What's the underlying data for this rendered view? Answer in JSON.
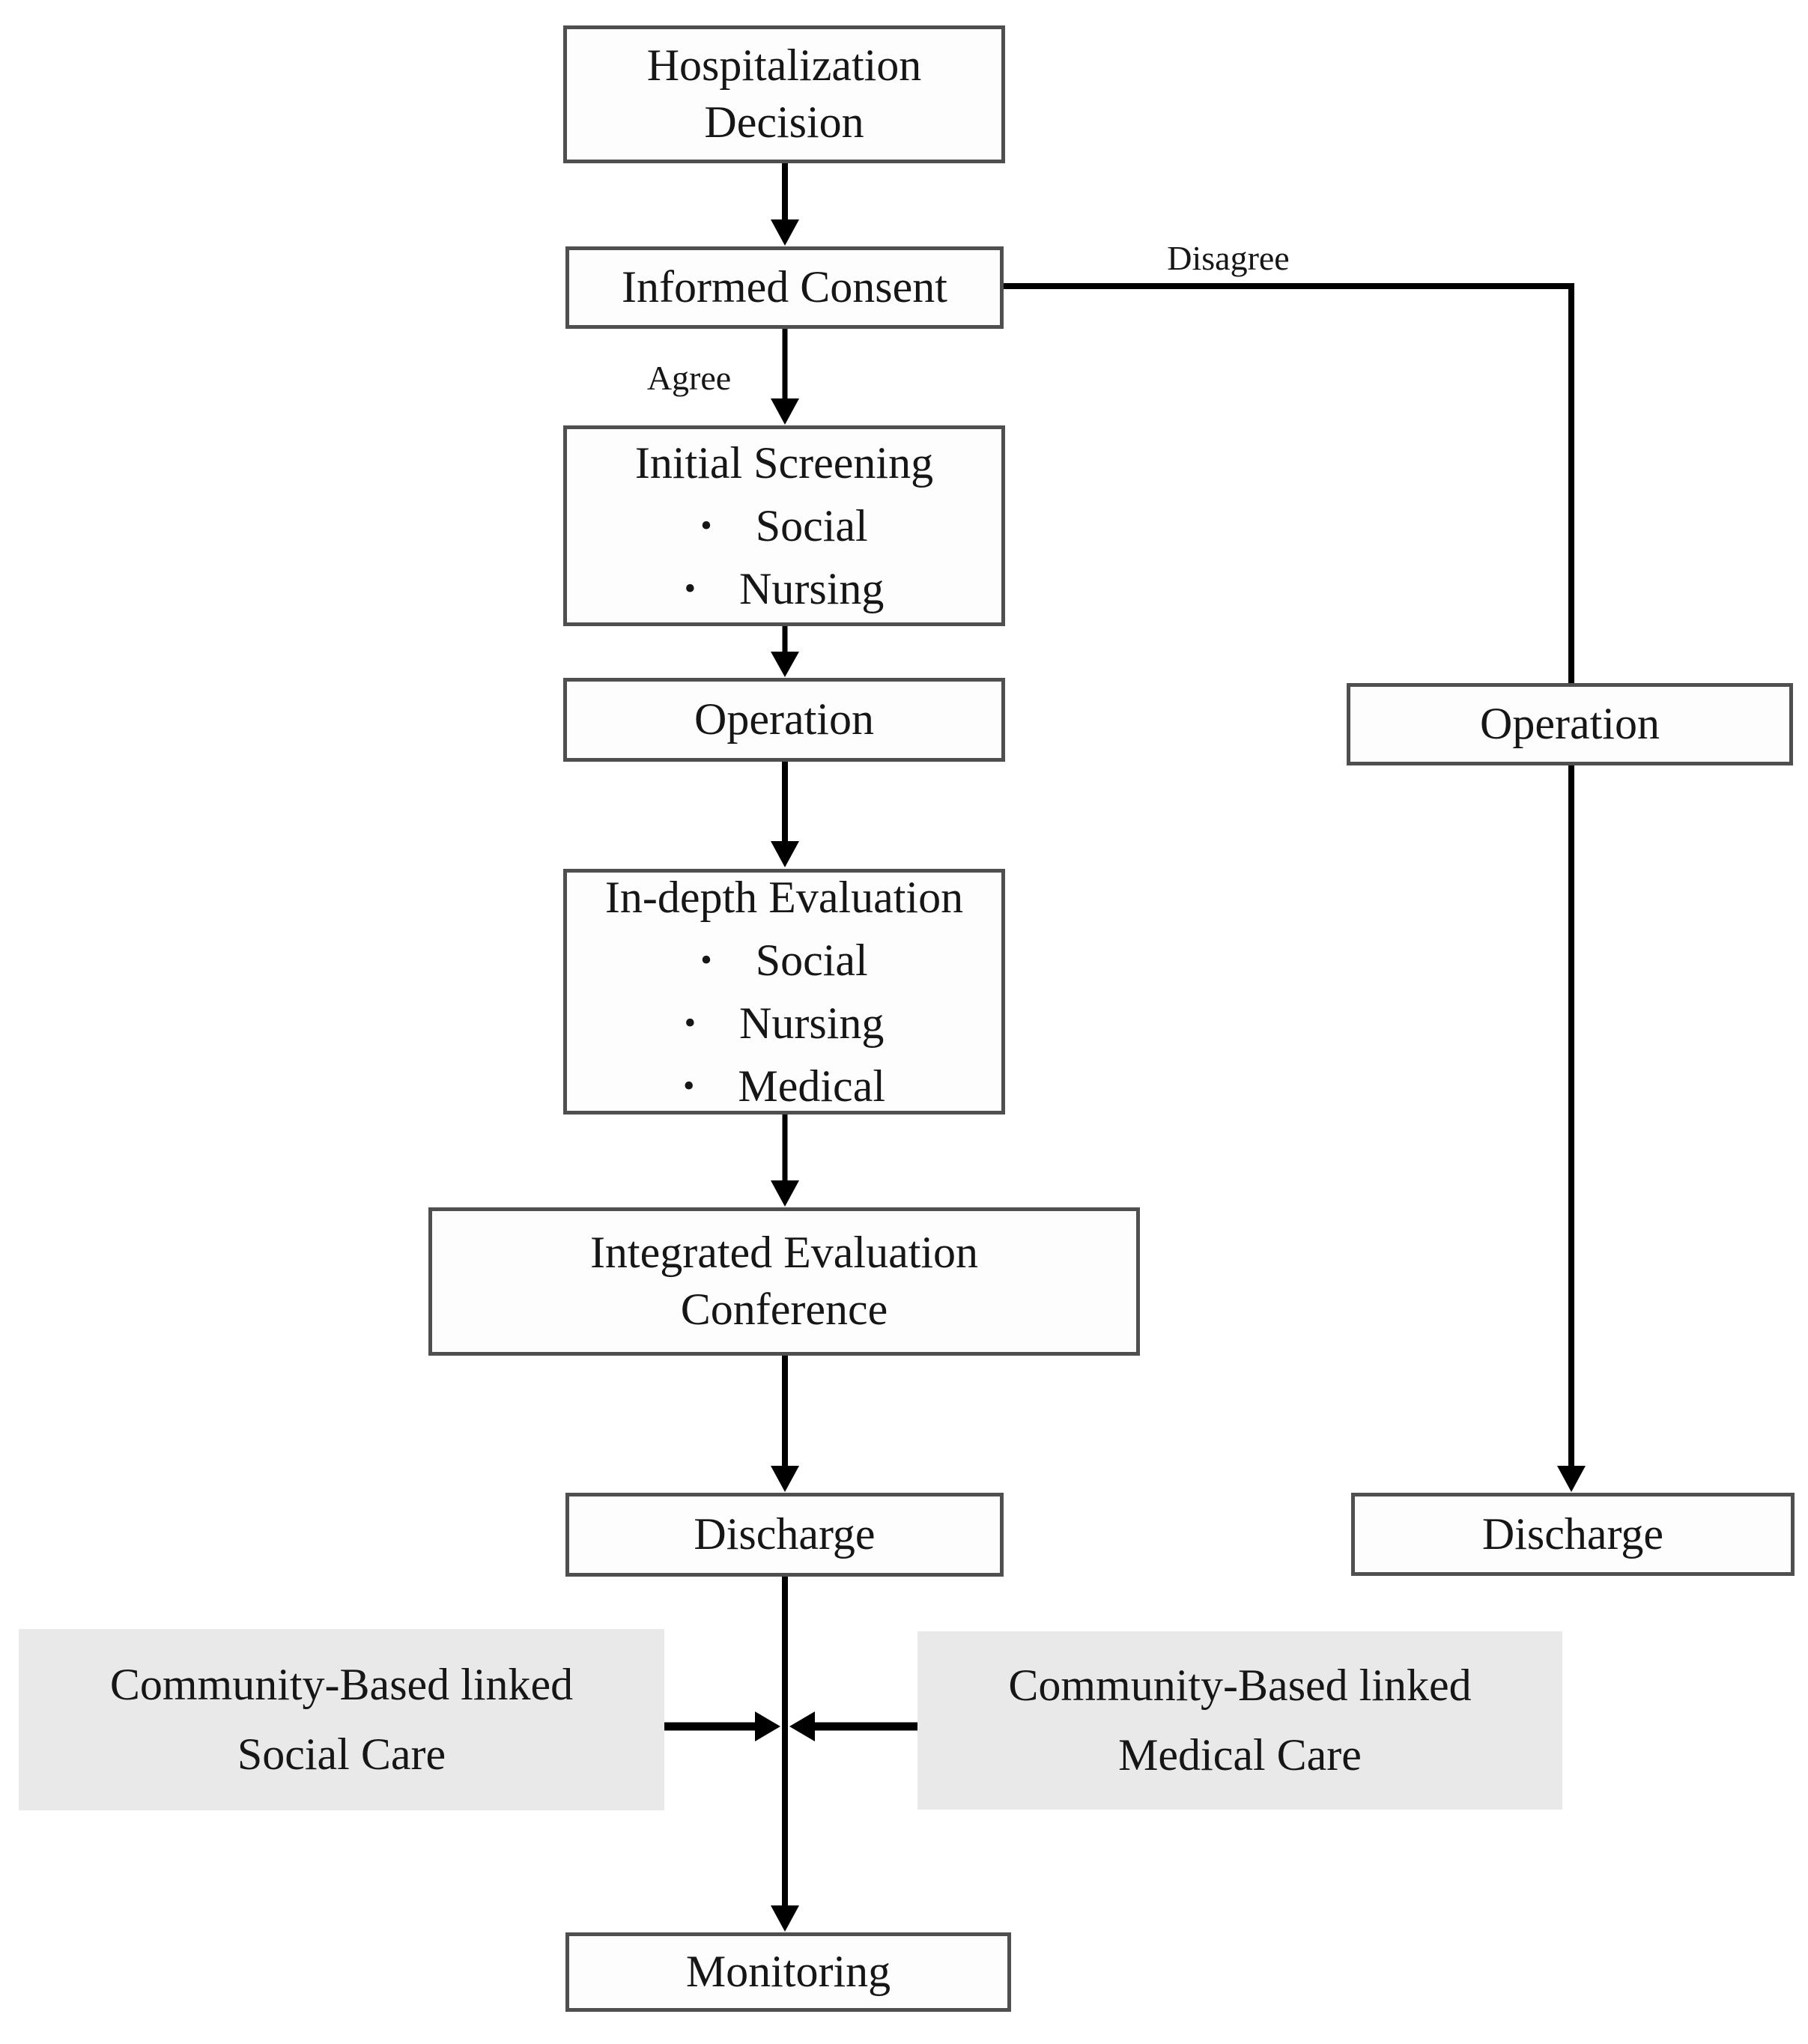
{
  "colors": {
    "box_border": "#4f4f4f",
    "box_fill": "#fdfdfd",
    "gray_fill": "#e9e9e9",
    "line": "#000000",
    "text": "#161616",
    "bg": "#ffffff"
  },
  "glyphs": {
    "bullet": "•"
  },
  "labels": {
    "agree": "Agree",
    "disagree": "Disagree"
  },
  "boxes": {
    "hospitalization": {
      "line1": "Hospitalization",
      "line2": "Decision"
    },
    "informed_consent": {
      "line1": "Informed Consent"
    },
    "initial_screening": {
      "title": "Initial Screening",
      "bullets": {
        "b1": "Social",
        "b2": "Nursing"
      }
    },
    "operation_main": {
      "line1": "Operation"
    },
    "in_depth": {
      "title": "In-depth Evaluation",
      "bullets": {
        "b1": "Social",
        "b2": "Nursing",
        "b3": "Medical"
      }
    },
    "integrated_conference": {
      "line1": "Integrated Evaluation",
      "line2": "Conference"
    },
    "discharge_main": {
      "line1": "Discharge"
    },
    "monitoring": {
      "line1": "Monitoring"
    },
    "operation_right": {
      "line1": "Operation"
    },
    "discharge_right": {
      "line1": "Discharge"
    },
    "community_social": {
      "line1": "Community-Based linked",
      "line2": "Social Care"
    },
    "community_medical": {
      "line1": "Community-Based linked",
      "line2": "Medical Care"
    }
  }
}
